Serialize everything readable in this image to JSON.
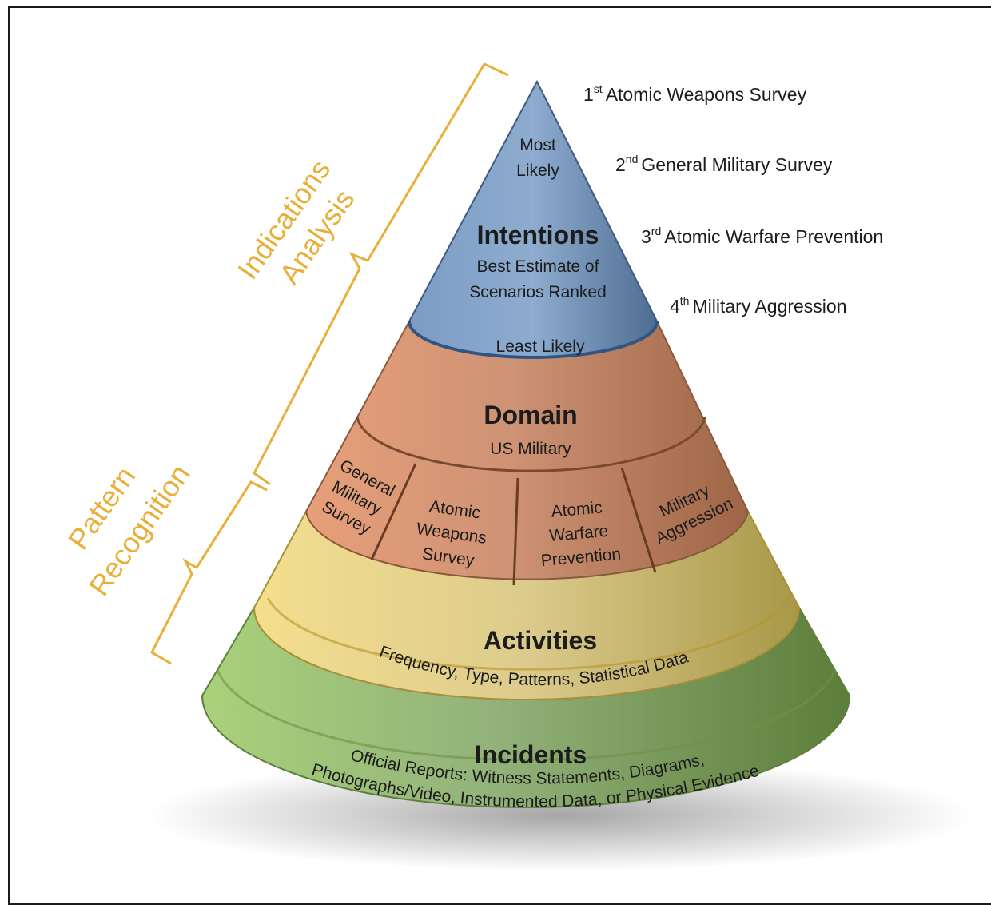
{
  "ranking": [
    {
      "num": "1",
      "suffix": "st",
      "text": "Atomic Weapons Survey"
    },
    {
      "num": "2",
      "suffix": "nd",
      "text": "General Military Survey"
    },
    {
      "num": "3",
      "suffix": "rd",
      "text": "Atomic Warfare Prevention"
    },
    {
      "num": "4",
      "suffix": "th",
      "text": "Military Aggression"
    }
  ],
  "intentions": {
    "most_line1": "Most",
    "most_line2": "Likely",
    "title": "Intentions",
    "sub1": "Best Estimate of",
    "sub2": "Scenarios Ranked",
    "least": "Least Likely"
  },
  "domain": {
    "title": "Domain",
    "sub": "US Military",
    "segments": [
      [
        "General",
        "Military",
        "Survey"
      ],
      [
        "Atomic",
        "Weapons",
        "Survey"
      ],
      [
        "Atomic",
        "Warfare",
        "Prevention"
      ],
      [
        "Military",
        "Aggression"
      ]
    ]
  },
  "activities": {
    "title": "Activities",
    "sub": "Frequency, Type, Patterns, Statistical Data"
  },
  "incidents": {
    "title": "Incidents",
    "sub1": "Official Reports: Witness Statements, Diagrams,",
    "sub2": "Photographs/Video, Instrumented Data, or Physical Evidence"
  },
  "brackets": {
    "indications_line1": "Indications",
    "indications_line2": "Analysis",
    "pattern_line1": "Pattern",
    "pattern_line2": "Recognition"
  },
  "colors": {
    "blue": "#6f8fb5",
    "brown": "#c98a68",
    "yellow": "#e2cf86",
    "green": "#8fb066",
    "bracket": "#e8b03a"
  }
}
